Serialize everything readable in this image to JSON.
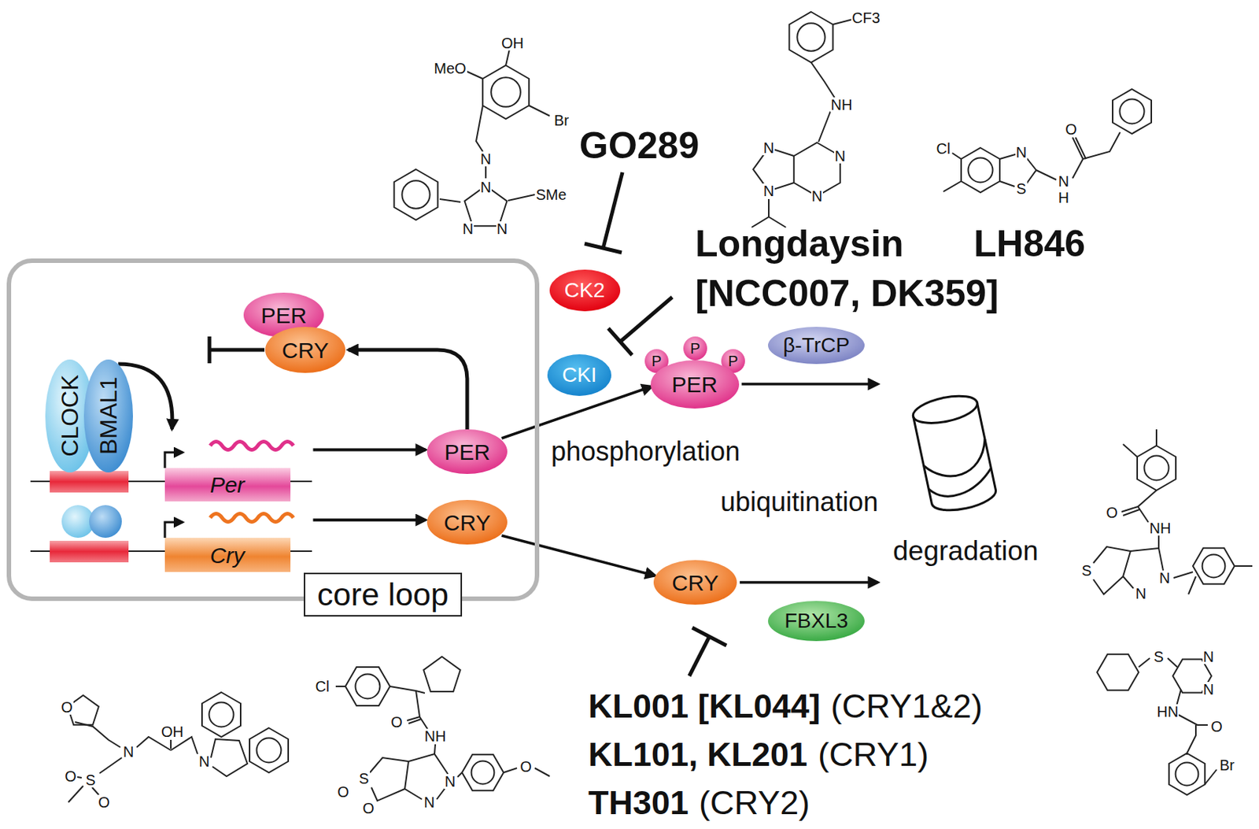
{
  "diagram": {
    "nodes": [
      {
        "text": [
          "core loop"
        ]
      },
      {
        "text": [
          "PER"
        ],
        "in": 0
      },
      {
        "text": [
          "CRY"
        ],
        "in": 0
      },
      {
        "text": [
          "CLOCK"
        ],
        "in": 0
      },
      {
        "text": [
          "BMAL1"
        ],
        "in": 0
      },
      {
        "text": [
          "Per"
        ],
        "in": 0
      },
      {
        "text": [
          "Cry"
        ],
        "in": 0
      },
      {
        "text": [
          "PER"
        ],
        "in": 0
      },
      {
        "text": [
          "CRY"
        ],
        "in": 0
      },
      {
        "text": [
          "CK2"
        ]
      },
      {
        "text": [
          "CKI"
        ]
      },
      {
        "text": [
          "PER"
        ]
      },
      {
        "text": [
          "β-TrCP"
        ]
      },
      {
        "text": [
          "CRY"
        ]
      },
      {
        "text": [
          "FBXL3"
        ]
      },
      {
        "text": [
          "degradation"
        ]
      }
    ],
    "edges": [
      {
        "from": 7,
        "to": 2,
        "arrow": "to"
      },
      {
        "from": 4,
        "to": 5,
        "arrow": "to"
      },
      {
        "from": 5,
        "to": 7,
        "arrow": "to"
      },
      {
        "from": 6,
        "to": 8,
        "arrow": "to"
      },
      {
        "from": 7,
        "to": 11,
        "label": "phosphorylation",
        "arrow": "to"
      },
      {
        "from": 11,
        "to": 15,
        "arrow": "to"
      },
      {
        "from": 8,
        "to": 13,
        "arrow": "to"
      },
      {
        "from": 13,
        "to": 15,
        "arrow": "to"
      }
    ],
    "labels": [
      "GO289",
      "Longdaysin",
      "LH846",
      "[NCC007, DK359]",
      "P",
      "P",
      "P",
      "ubiquitination",
      "KL001 [KL044]",
      "(CRY1&2)",
      "KL101, KL201",
      "(CRY1)",
      "TH301",
      "(CRY2)",
      "OH",
      "MeO",
      "Br",
      "N",
      "N",
      "SMe",
      "N",
      "N",
      "CF3",
      "NH",
      "N",
      "N",
      "N",
      "N",
      "Cl",
      "N",
      "O",
      "N",
      "H",
      "S",
      "O",
      "O",
      "S",
      "O",
      "N",
      "OH",
      "N",
      "Cl",
      "O",
      "NH",
      "O",
      "S",
      "O",
      "N",
      "N",
      "O",
      "O",
      "NH",
      "S",
      "N",
      "N",
      "S",
      "N",
      "N",
      "HN",
      "O",
      "Br"
    ]
  }
}
